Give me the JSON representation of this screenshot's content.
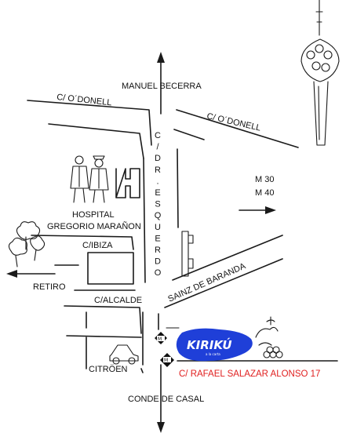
{
  "streets": {
    "manuel_becerra": "MANUEL BECERRA",
    "odonell_left": "C/ O´DONELL",
    "odonell_right": "C/ O´DONELL",
    "dr_esquerdo_letters": [
      "C",
      "/",
      "D",
      "R",
      ".",
      "E",
      "S",
      "Q",
      "U",
      "E",
      "R",
      "D",
      "O"
    ],
    "m30": "M 30",
    "m40": "M 40",
    "hospital_line1": "HOSPITAL",
    "hospital_line2": "GREGORIO MARAÑON",
    "ibiza": "C/IBIZA",
    "retiro": "RETIRO",
    "alcalde": "C/ALCALDE",
    "sainz_de_baranda": "SAINZ DE BARANDA",
    "citroen": "CITRÖEN",
    "conde_de_casal": "CONDE DE CASAL"
  },
  "business": {
    "logo_text": "KIRIKÚ",
    "logo_tagline": "a la carta",
    "address": "C/ RAFAEL SALAZAR ALONSO 17",
    "logo_color": "#1f3fd8",
    "address_color": "#e02020"
  },
  "icons": [
    "metro-sign-icon",
    "hospital-h-icon",
    "doctors-icon",
    "tree-icon",
    "car-icon",
    "tower-icon",
    "kids-icon"
  ]
}
